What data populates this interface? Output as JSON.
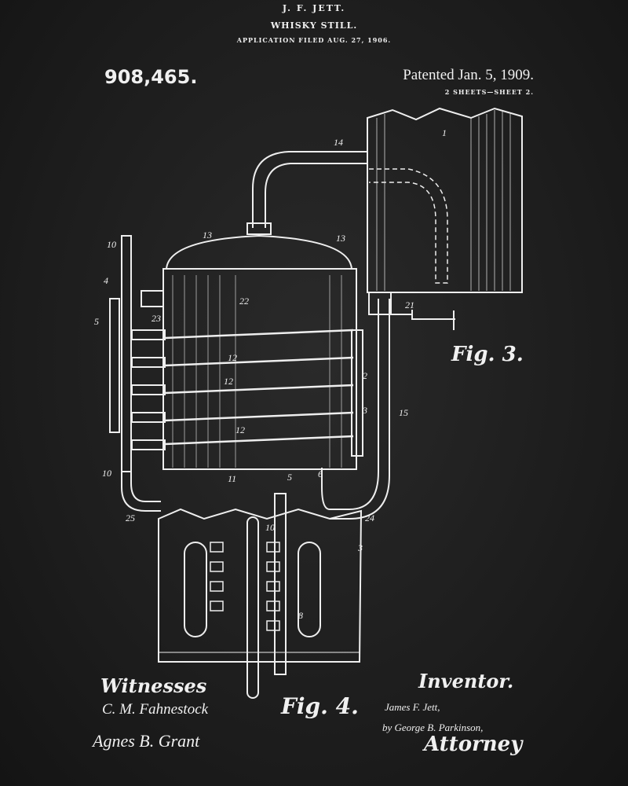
{
  "header": {
    "inventor_name": "J. F. JETT.",
    "title": "WHISKY STILL.",
    "application": "APPLICATION FILED AUG. 27, 1906.",
    "patent_number": "908,465.",
    "patented": "Patented Jan. 5, 1909.",
    "sheets": "2 SHEETS—SHEET 2."
  },
  "figures": {
    "fig3": "Fig. 3.",
    "fig4": "Fig. 4."
  },
  "footer": {
    "witnesses_label": "Witnesses",
    "witness_1": "C. M. Fahnestock",
    "witness_2": "Agnes B. Grant",
    "inventor_label": "Inventor.",
    "inventor_signature": "James F. Jett,",
    "attorney_signature": "by George B. Parkinson,",
    "attorney_label": "Attorney"
  },
  "reference_labels": [
    "1",
    "14",
    "13",
    "13",
    "10",
    "4",
    "5",
    "22",
    "23",
    "21",
    "2",
    "3",
    "15",
    "12",
    "12",
    "12",
    "10",
    "11",
    "5",
    "6",
    "25",
    "24",
    "3",
    "8",
    "10"
  ],
  "colors": {
    "background": "#1d1d1d",
    "ink": "#f0f0f0"
  }
}
